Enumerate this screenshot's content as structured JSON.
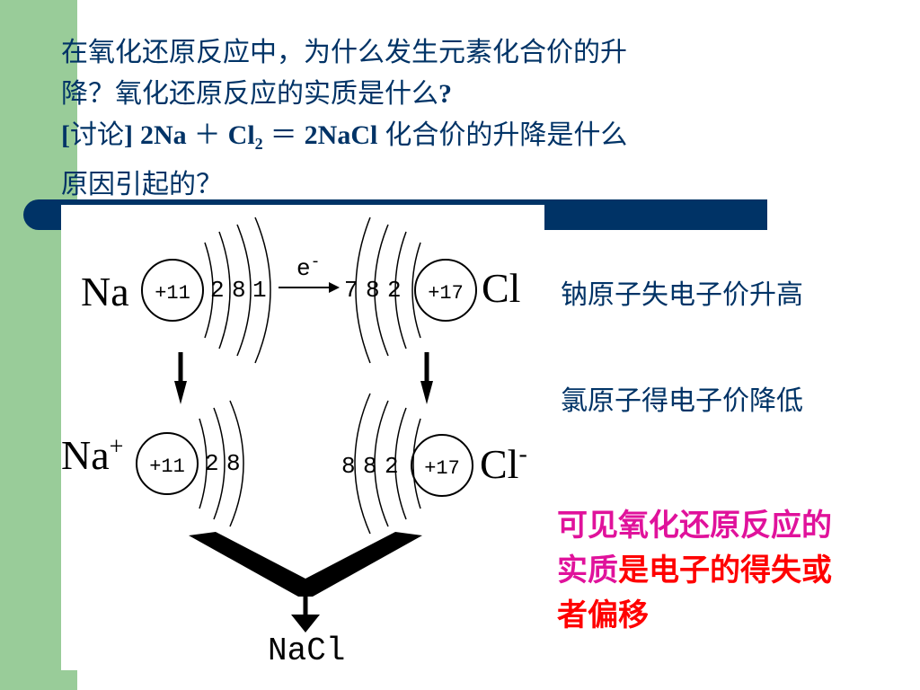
{
  "slide": {
    "question_line1": "在氧化还原反应中，为什么发生元素化合价的升",
    "question_line2": "降？氧化还原反应的实质是什么",
    "question_line2_mark": "?",
    "discuss_bracket_open": "[",
    "discuss_word": "讨论",
    "discuss_bracket_close": "]",
    "eq_left": "2Na",
    "eq_plus": "＋",
    "eq_cl": "Cl",
    "eq_sub": "2",
    "eq_equals": "＝",
    "eq_product": "2NaCl",
    "discuss_question": "化合价的升降是什么",
    "discuss_line4": "原因引起的？",
    "colors": {
      "title": "#003366",
      "bar": "#003366",
      "green": "#99cc99",
      "magenta": "#e0129b",
      "red": "#ff0000"
    }
  },
  "diagram": {
    "na_symbol": "Na",
    "na_nucleus": "+11",
    "na_shells": [
      "2",
      "8",
      "1"
    ],
    "electron_label": "e",
    "electron_sup": "-",
    "cl_shells": [
      "7",
      "8",
      "2"
    ],
    "cl_nucleus": "+17",
    "cl_symbol": "Cl",
    "na_ion_symbol": "Na",
    "na_ion_sup": "+",
    "na_ion_nucleus": "+11",
    "na_ion_shells": [
      "2",
      "8"
    ],
    "cl_ion_shells": [
      "8",
      "8",
      "2"
    ],
    "cl_ion_nucleus": "+17",
    "cl_ion_symbol": "Cl",
    "cl_ion_sup": "-",
    "product": "NaCl"
  },
  "explanations": {
    "na_line": "钠原子失电子价升高",
    "cl_line": "氯原子得电子价降低"
  },
  "conclusion": {
    "part1": "可见氧化还原反应的实质",
    "part2": "是电子的得失或者偏移"
  }
}
